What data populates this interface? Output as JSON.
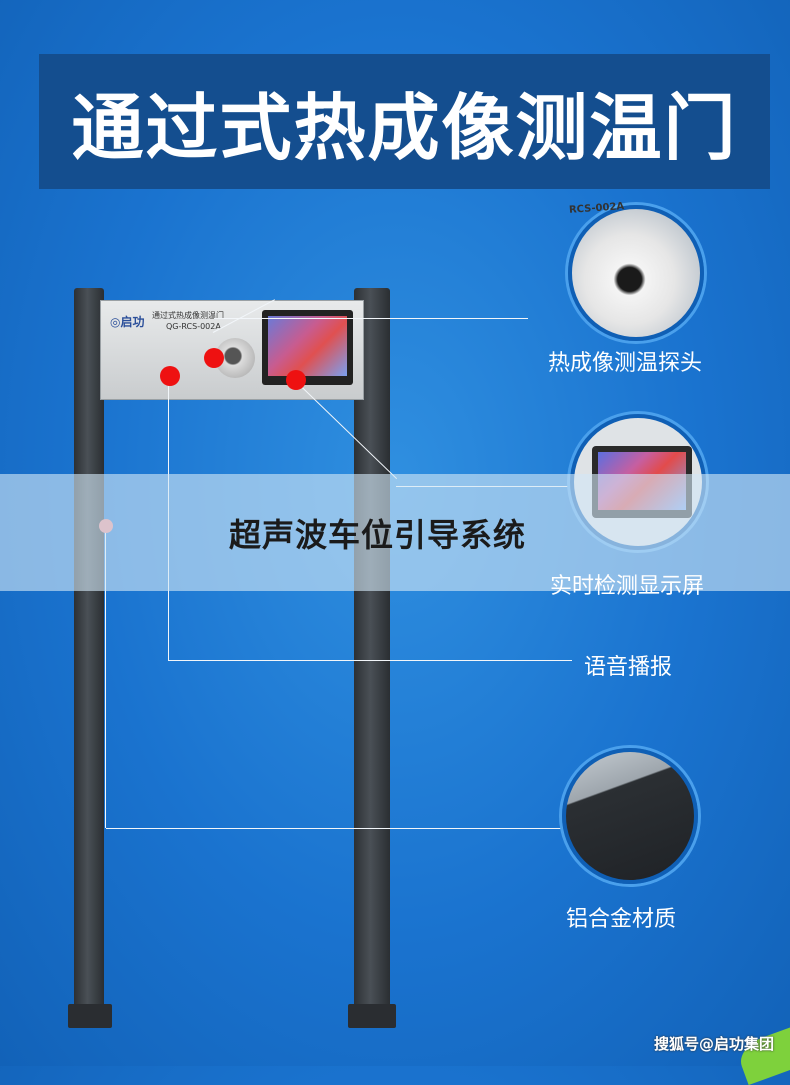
{
  "banner": {
    "title": "通过式热成像测温门"
  },
  "panel": {
    "logo": "◎启功",
    "name": "通过式热成像测温门",
    "model": "QG-RCS-002A"
  },
  "features": {
    "camera": {
      "label": "热成像测温探头",
      "model_text": "RCS-002A"
    },
    "screen": {
      "label": "实时检测显示屏"
    },
    "voice": {
      "label": "语音播报"
    },
    "material": {
      "label": "铝合金材质"
    }
  },
  "overlay": {
    "text": "超声波车位引导系统"
  },
  "watermark": {
    "text": "搜狐号@启功集团"
  },
  "colors": {
    "background": "#1a73cf",
    "banner": "#144e8f",
    "dot": "#ee1111",
    "line": "#f2f6fa"
  }
}
